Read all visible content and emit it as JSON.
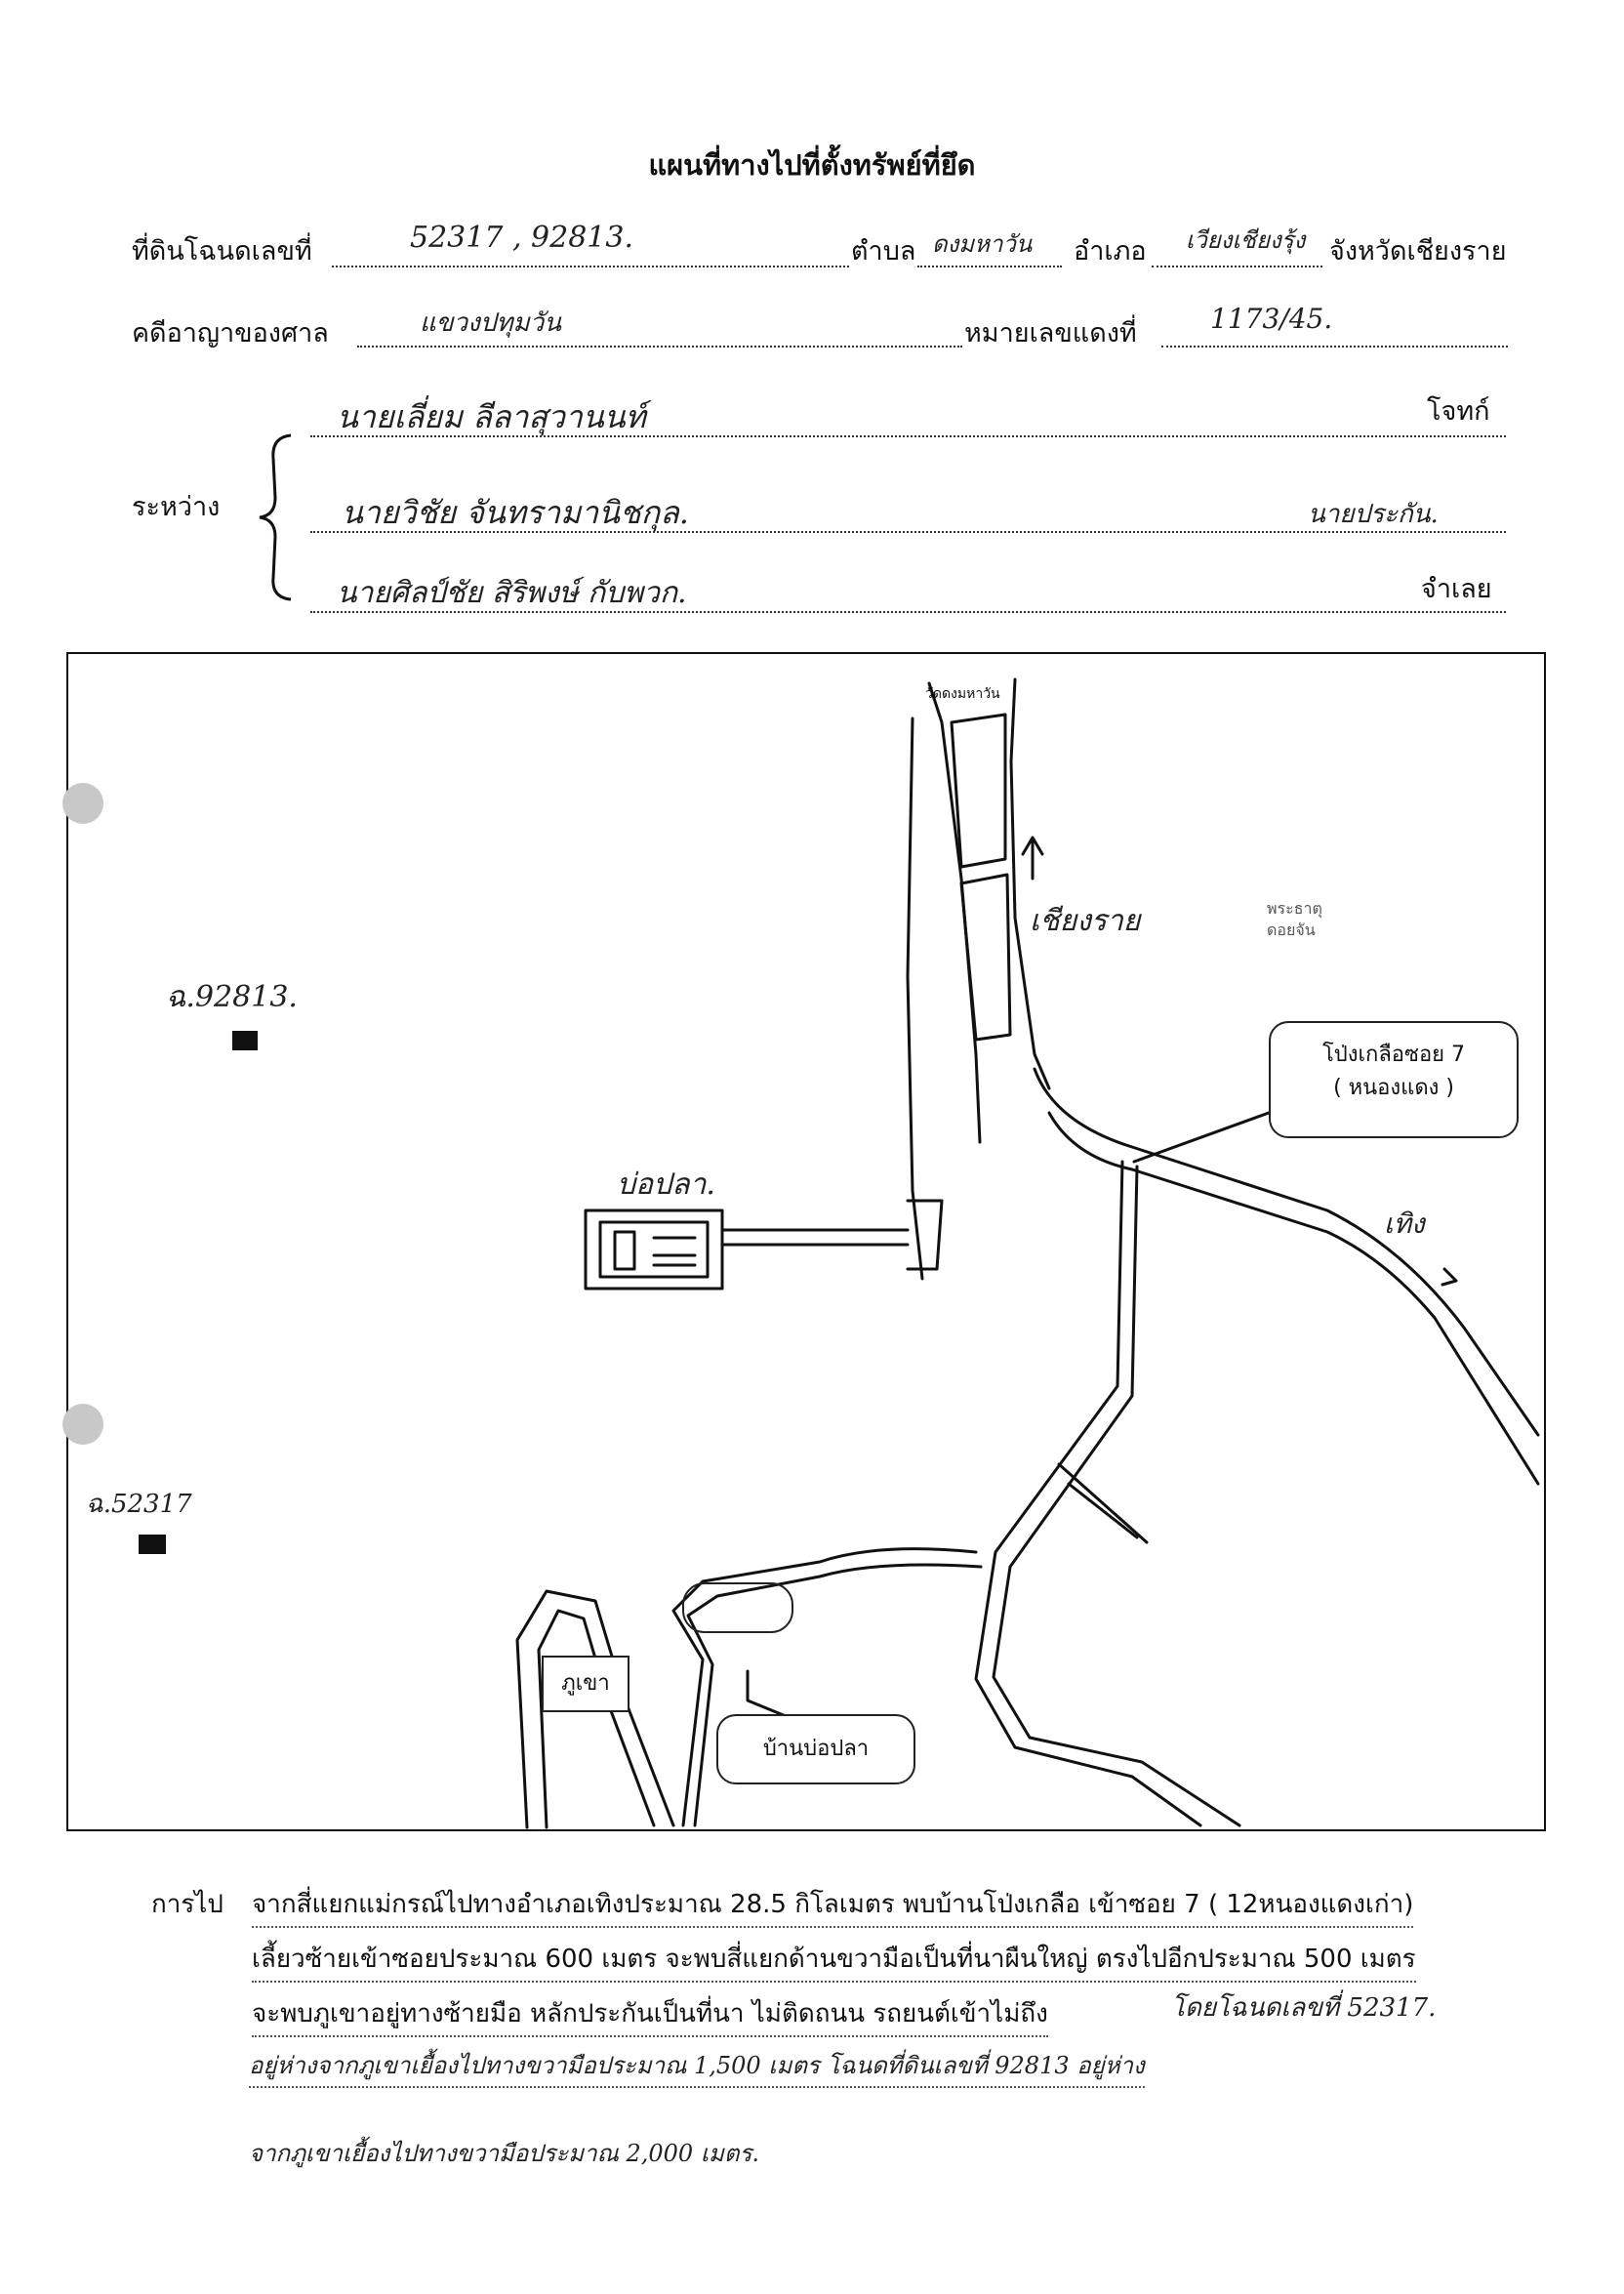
{
  "title": "แผนที่ทางไปที่ตั้งทรัพย์ที่ยึด",
  "deed": {
    "label": "ที่ดินโฉนดเลขที่",
    "numbers": "52317 , 92813.",
    "subdistrict_label": "ตำบล",
    "subdistrict": "ดงมหาวัน",
    "district_label": "อำเภอ",
    "district": "เวียงเชียงรุ้ง",
    "province": "จังหวัดเชียงราย"
  },
  "case": {
    "court_label": "คดีอาญาของศาล",
    "court": "แขวงปทุมวัน",
    "red_no_label": "หมายเลขแดงที่",
    "red_no": "1173/45."
  },
  "parties": {
    "between_label": "ระหว่าง",
    "plaintiff": "นายเลี่ยม ลีลาสุวานนท์",
    "plaintiff_role": "โจทก์",
    "defendant1": "นายวิชัย จันทรามานิชกุล.",
    "defendant1_role": "นายประกัน.",
    "defendant2": "นายศิลป์ชัย สิริพงษ์ กับพวก.",
    "defendant2_role": "จำเลย"
  },
  "map": {
    "top_label": "วัดดงมหาวัน",
    "arrow_label": "เชียงราย",
    "temple_label": "พระธาตุ ดอยจัน",
    "plot1": "ฉ.92813.",
    "plot2": "ฉ.52317",
    "pond": "บ่อปลา.",
    "junction_line1": "โป่งเกลือซอย 7",
    "junction_line2": "( หนองแดง )",
    "to_thoeng": "เทิง",
    "mountain": "ภูเขา",
    "village": "บ้านบ่อปลา"
  },
  "directions": {
    "label": "การไป",
    "line1": "จากสี่แยกแม่กรณ์ไปทางอำเภอเทิงประมาณ 28.5 กิโลเมตร พบบ้านโป่งเกลือ เข้าซอย 7 ( 12หนองแดงเก่า)",
    "line2": "เลี้ยวซ้ายเข้าซอยประมาณ 600 เมตร จะพบสี่แยกด้านขวามือเป็นที่นาผืนใหญ่ ตรงไปอีกประมาณ 500 เมตร",
    "line3": "จะพบภูเขาอยู่ทางซ้ายมือ หลักประกันเป็นที่นา ไม่ติดถนน รถยนต์เข้าไม่ถึง",
    "line3_hw": "โดยโฉนดเลขที่ 52317.",
    "line4": "อยู่ห่างจากภูเขาเยื้องไปทางขวามือประมาณ 1,500 เมตร โฉนดที่ดินเลขที่ 92813 อยู่ห่าง",
    "line5": "จากภูเขาเยื้องไปทางขวามือประมาณ 2,000 เมตร."
  }
}
